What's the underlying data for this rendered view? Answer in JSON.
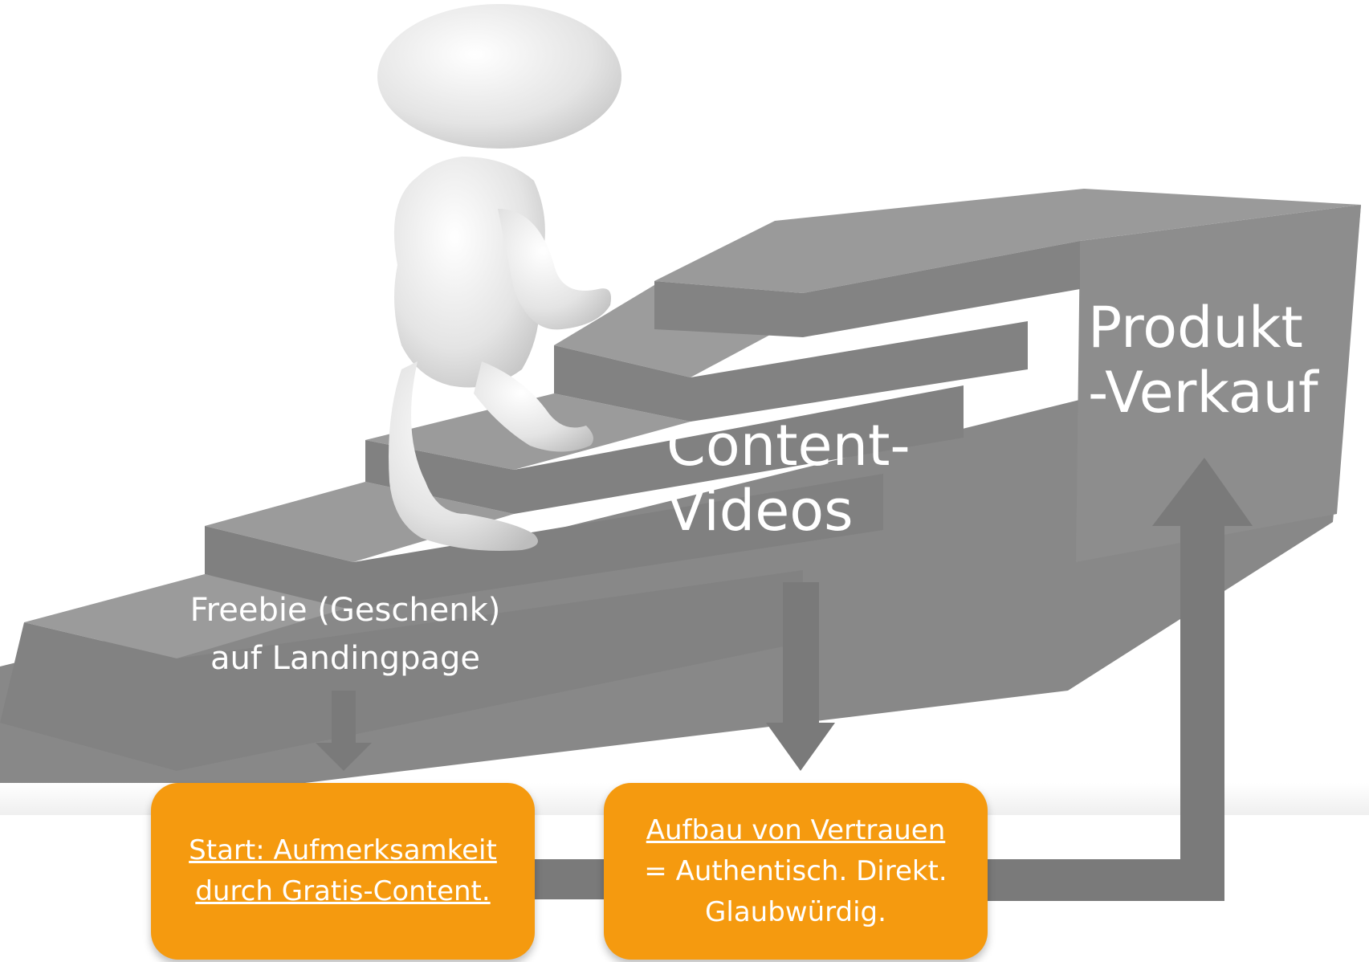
{
  "steps": {
    "freebie": {
      "line1": "Freebie (Geschenk)",
      "line2": "auf Landingpage"
    },
    "content": {
      "line1": "Content-",
      "line2": "Videos"
    },
    "produkt": {
      "line1": "Produkt",
      "line2": "-Verkauf"
    }
  },
  "boxes": {
    "start": {
      "line1": "Start: Aufmerksamkeit",
      "line2": "durch Gratis-Content."
    },
    "vertrauen": {
      "line1": "Aufbau von Vertrauen",
      "line2": "= Authentisch. Direkt.",
      "line3": "Glaubwürdig."
    }
  },
  "colors": {
    "box": "#f59a0f",
    "stairs": "#8a8a8a",
    "arrow": "#7a7a7a",
    "text": "#ffffff"
  },
  "icons": {
    "figure": "3d-person-figure-icon"
  }
}
